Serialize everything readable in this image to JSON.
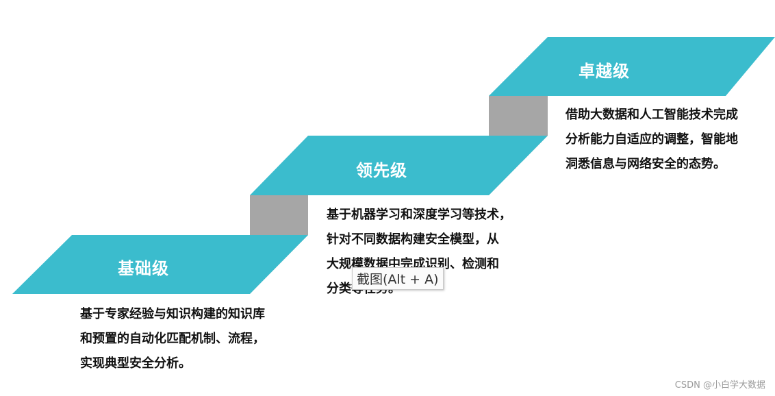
{
  "colors": {
    "step_fill": "#3bbccd",
    "riser_fill": "#a6a6a6",
    "title_text": "#ffffff",
    "desc_text": "#111111"
  },
  "steps": [
    {
      "title": "基础级",
      "desc_lines": [
        "基于专家经验与知识构建的知识库",
        "和预置的自动化匹配机制、流程，",
        "实现典型安全分析。"
      ]
    },
    {
      "title": "领先级",
      "desc_lines": [
        "基于机器学习和深度学习等技术，",
        "针对不同数据构建安全模型，从",
        "大规模数据中完成识别、检测和",
        "分类等任务。"
      ]
    },
    {
      "title": "卓越级",
      "desc_lines": [
        "借助大数据和人工智能技术完成",
        "分析能力自适应的调整，智能地",
        "洞悉信息与网络安全的态势。"
      ]
    }
  ],
  "tooltip": "截图(Alt + A)",
  "watermark": "CSDN @小白学大数据"
}
